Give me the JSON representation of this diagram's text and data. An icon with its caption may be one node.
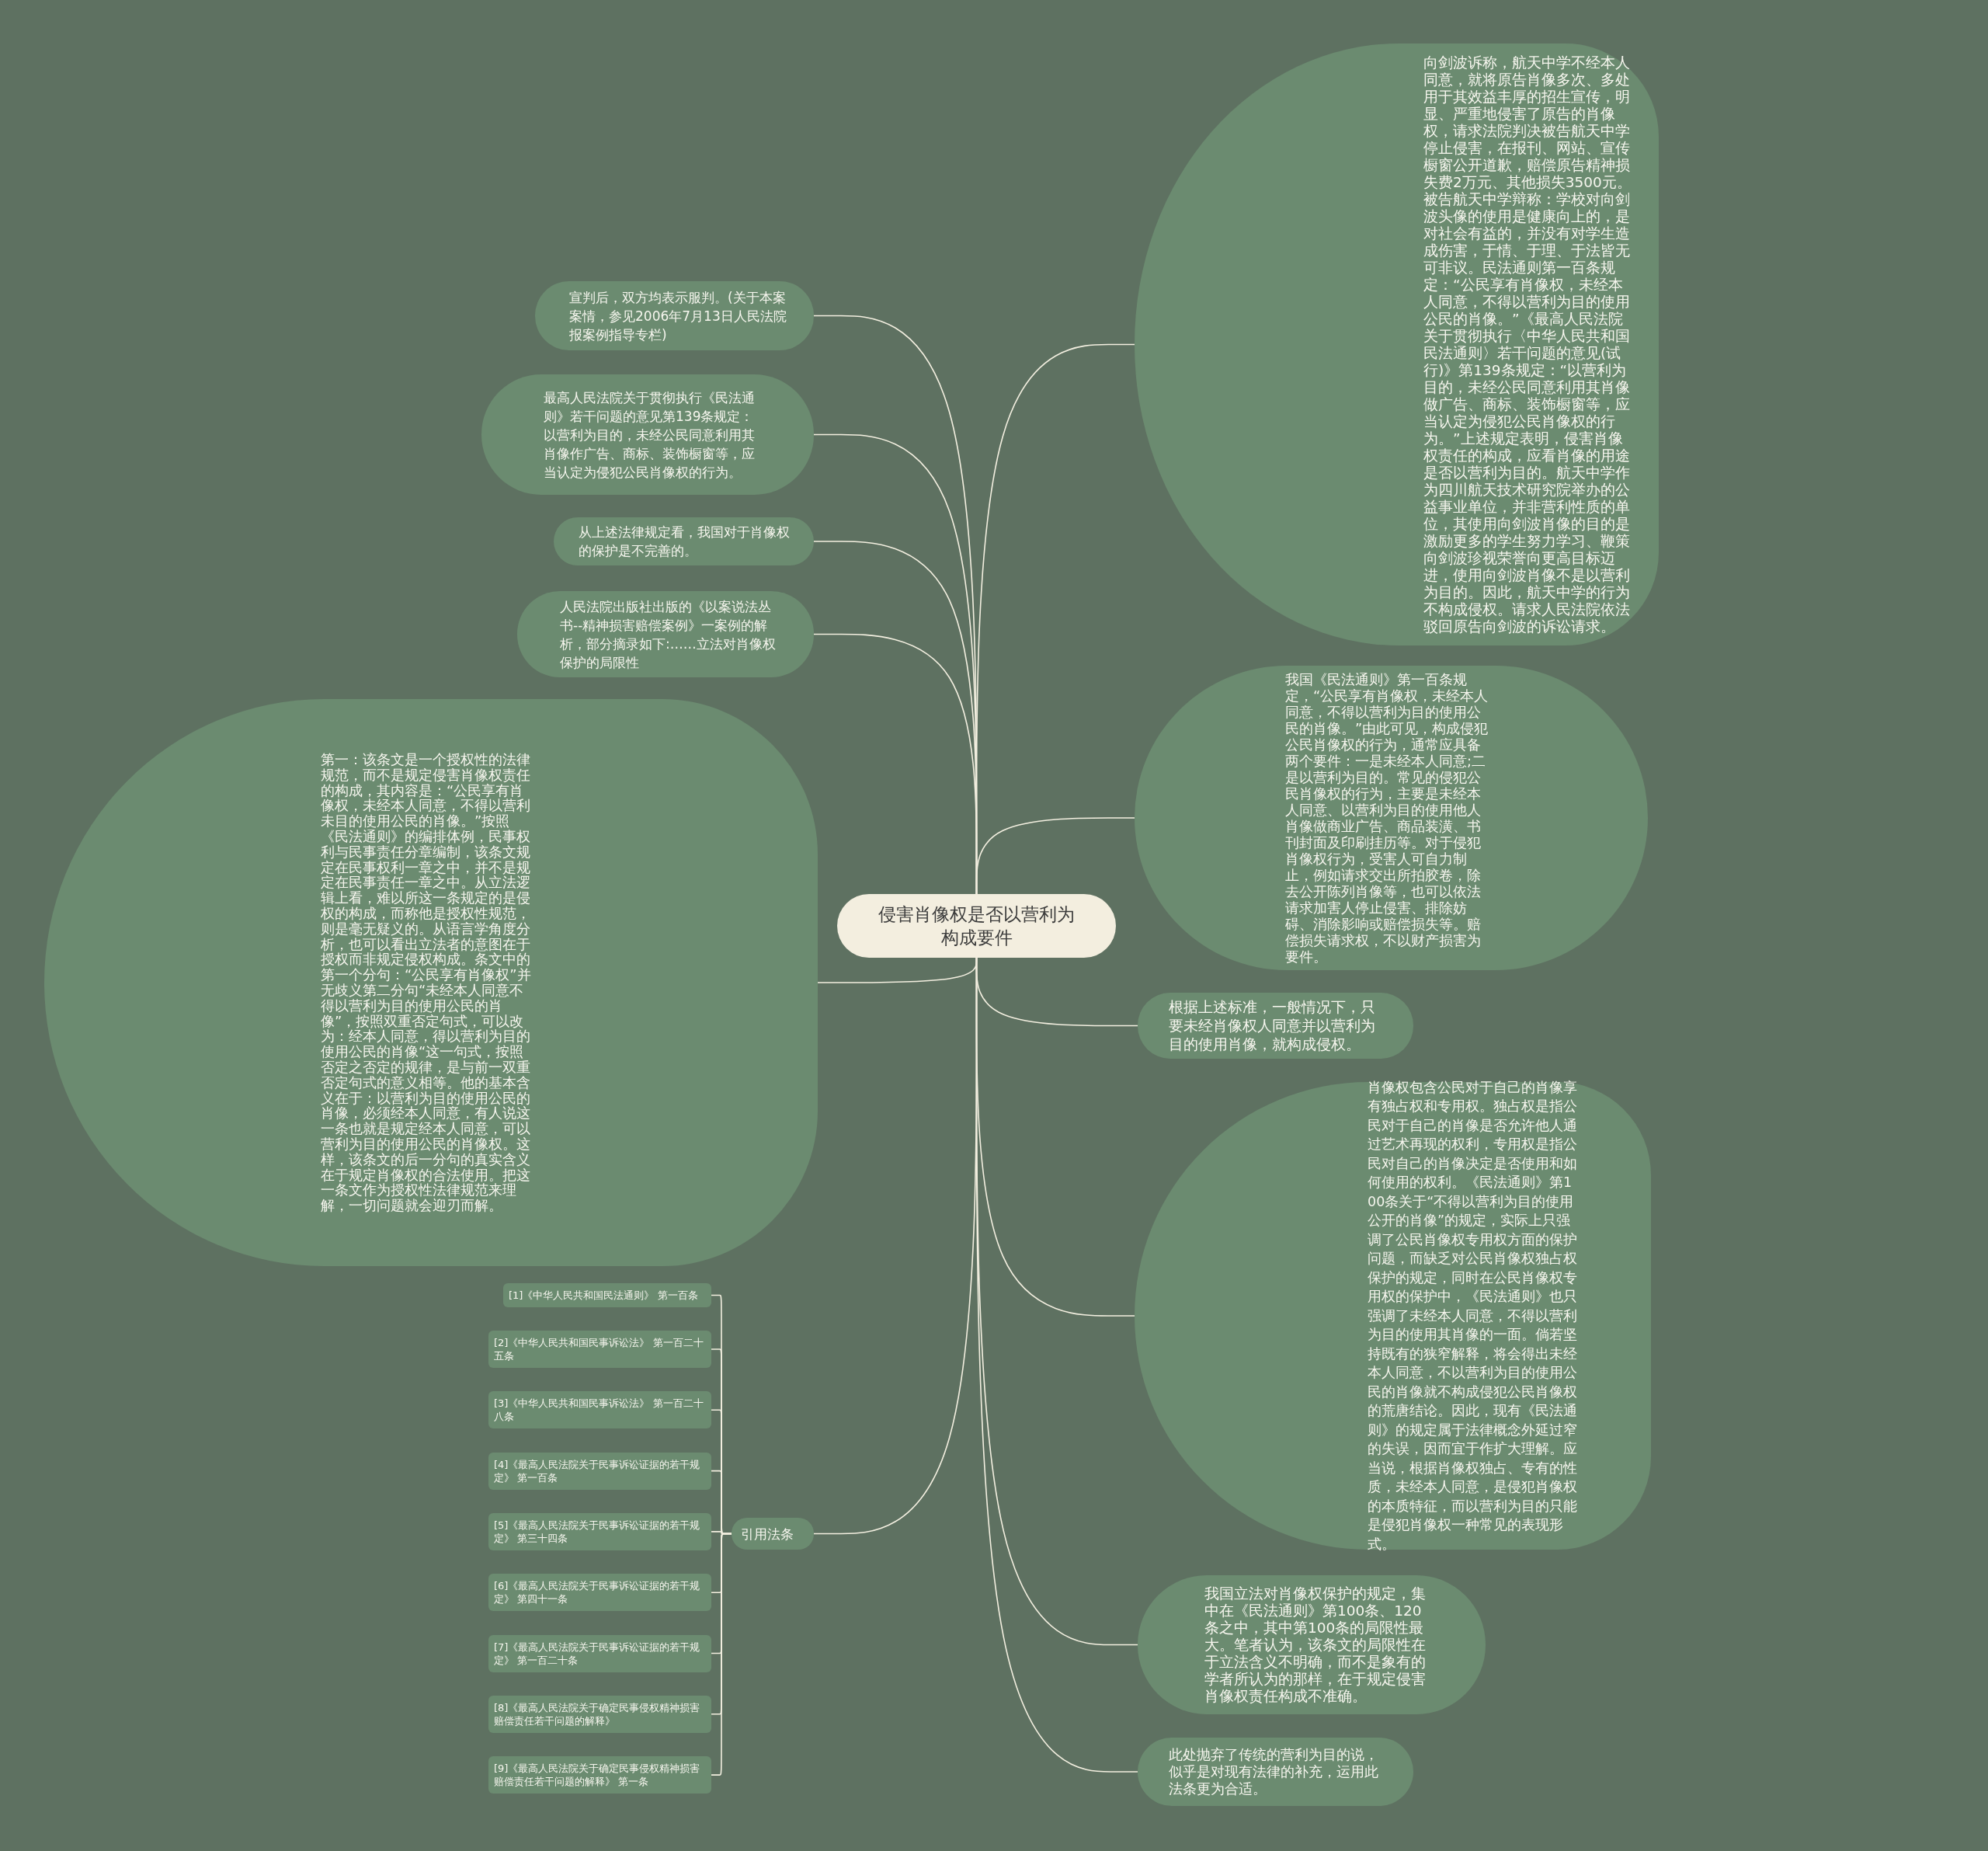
{
  "diagram": {
    "nodes": [
      {
        "text": [
          "侵害肖像权是否以营利为构成要件"
        ]
      },
      {
        "text": [
          "宣判后，双方均表示服判。(关于本案案情，参见2006年7月13日人民法院报案例指导专栏)"
        ]
      },
      {
        "text": [
          "最高人民法院关于贯彻执行《民法通则》若干问题的意见第139条规定：以营利为目的，未经公民同意利用其肖像作广告、商标、装饰橱窗等，应当认定为侵犯公民肖像权的行为。"
        ]
      },
      {
        "text": [
          "从上述法律规定看，我国对于肖像权的保护是不完善的。"
        ]
      },
      {
        "text": [
          "人民法院出版社出版的《以案说法丛书--精神损害赔偿案例》一案例的解析，部分摘录如下:……立法对肖像权保护的局限性"
        ]
      },
      {
        "text": [
          "第一：该条文是一个授权性的法律规范，而不是规定侵害肖像权责任的构成，其内容是：“公民享有肖像权，未经本人同意，不得以营利未目的使用公民的肖像。”按照《民法通则》的编排体例，民事权利与民事责任分章编制，该条文规定在民事权利一章之中，并不是规定在民事责任一章之中。从立法逻辑上看，难以所这一条规定的是侵权的构成，而称他是授权性规范，则是毫无疑义的。从语言学角度分析，也可以看出立法者的意图在于授权而非规定侵权构成。条文中的第一个分句：“公民享有肖像权”并无歧义第二分句“未经本人同意不得以营利为目的使用公民的肖像”，按照双重否定句式，可以改为：经本人同意，得以营利为目的使用公民的肖像“这一句式，按照否定之否定的规律，是与前一双重否定句式的意义相等。他的基本含义在于：以营利为目的使用公民的肖像，必须经本人同意，有人说这一条也就是规定经本人同意，可以营利为目的使用公民的肖像权。这样，该条文的后一分句的真实含义在于规定肖像权的合法使用。把这一条文作为授权性法律规范来理解，一切问题就会迎刃而解。"
        ]
      },
      {
        "text": [
          "引用法条"
        ]
      },
      {
        "text": [
          "[1]《中华人民共和国民法通则》 第一百条"
        ]
      },
      {
        "text": [
          "[2]《中华人民共和国民事诉讼法》 第一百二十五条"
        ]
      },
      {
        "text": [
          "[3]《中华人民共和国民事诉讼法》 第一百二十八条"
        ]
      },
      {
        "text": [
          "[4]《最高人民法院关于民事诉讼证据的若干规定》 第一百条"
        ]
      },
      {
        "text": [
          "[5]《最高人民法院关于民事诉讼证据的若干规定》 第三十四条"
        ]
      },
      {
        "text": [
          "[6]《最高人民法院关于民事诉讼证据的若干规定》 第四十一条"
        ]
      },
      {
        "text": [
          "[7]《最高人民法院关于民事诉讼证据的若干规定》 第一百二十条"
        ]
      },
      {
        "text": [
          "[8]《最高人民法院关于确定民事侵权精神损害赔偿责任若干问题的解释》"
        ]
      },
      {
        "text": [
          "[9]《最高人民法院关于确定民事侵权精神损害赔偿责任若干问题的解释》 第一条"
        ]
      },
      {
        "text": [
          "向剑波诉称，航天中学不经本人同意，就将原告肖像多次、多处用于其效益丰厚的招生宣传，明显、严重地侵害了原告的肖像权，请求法院判决被告航天中学停止侵害，在报刊、网站、宣传橱窗公开道歉，赔偿原告精神损失费2万元、其他损失3500元。被告航天中学辩称：学校对向剑波头像的使用是健康向上的，是对社会有益的，并没有对学生造成伤害，于情、于理、于法皆无可非议。民法通则第一百条规定：“公民享有肖像权，未经本人同意，不得以营利为目的使用公民的肖像。”《最高人民法院关于贯彻执行〈中华人民共和国民法通则〉若干问题的意见(试行)》第139条规定：“以营利为目的，未经公民同意利用其肖像做广告、商标、装饰橱窗等，应当认定为侵犯公民肖像权的行为。”上述规定表明，侵害肖像权责任的构成，应看肖像的用途是否以营利为目的。航天中学作为四川航天技术研究院举办的公益事业单位，并非营利性质的单位，其使用向剑波肖像的目的是激励更多的学生努力学习、鞭策向剑波珍视荣誉向更高目标迈进，使用向剑波肖像不是以营利为目的。因此，航天中学的行为不构成侵权。请求人民法院依法驳回原告向剑波的诉讼请求。"
        ]
      },
      {
        "text": [
          "我国《民法通则》第一百条规定，“公民享有肖像权，未经本人同意，不得以营利为目的使用公民的肖像。”由此可见，构成侵犯公民肖像权的行为，通常应具备两个要件：一是未经本人同意;二是以营利为目的。常见的侵犯公民肖像权的行为，主要是未经本人同意、以营利为目的使用他人肖像做商业广告、商品装潢、书刊封面及印刷挂历等。对于侵犯肖像权行为，受害人可自力制止，例如请求交出所拍胶卷，除去公开陈列肖像等，也可以依法请求加害人停止侵害、排除妨碍、消除影响或赔偿损失等。赔偿损失请求权，不以财产损害为要件。"
        ]
      },
      {
        "text": [
          "根据上述标准，一般情况下，只要未经肖像权人同意并以营利为目的使用肖像，就构成侵权。"
        ]
      },
      {
        "text": [
          "肖像权包含公民对于自己的肖像享有独占权和专用权。独占权是指公民对于自己的肖像是否允许他人通过艺术再现的权利，专用权是指公民对自己的肖像决定是否使用和如何使用的权利。《民法通则》第100条关于“不得以营利为目的使用公开的肖像”的规定，实际上只强调了公民肖像权专用权方面的保护问题，而缺乏对公民肖像权独占权保护的规定，同时在公民肖像权专用权的保护中，《民法通则》也只强调了未经本人同意，不得以营利为目的使用其肖像的一面。倘若坚持既有的狭窄解释，将会得出未经本人同意，不以营利为目的使用公民的肖像就不构成侵犯公民肖像权的荒唐结论。因此，现有《民法通则》的规定属于法律概念外延过窄的失误，因而宜于作扩大理解。应当说，根据肖像权独占、专有的性质，未经本人同意，是侵犯肖像权的本质特征，而以营利为目的只能是侵犯肖像权一种常见的表现形式。"
        ]
      },
      {
        "text": [
          "我国立法对肖像权保护的规定，集中在《民法通则》第100条、120条之中，其中第100条的局限性最大。笔者认为，该条文的局限性在于立法含义不明确，而不是象有的学者所认为的那样，在于规定侵害肖像权责任构成不准确。"
        ]
      },
      {
        "text": [
          "此处抛弃了传统的营利为目的说，似乎是对现有法律的补充，运用此法条更为合适。"
        ]
      }
    ],
    "edges": [
      {
        "from": 0,
        "to": 1,
        "arrow": "none"
      },
      {
        "from": 0,
        "to": 2,
        "arrow": "none"
      },
      {
        "from": 0,
        "to": 3,
        "arrow": "none"
      },
      {
        "from": 0,
        "to": 4,
        "arrow": "none"
      },
      {
        "from": 0,
        "to": 5,
        "arrow": "none"
      },
      {
        "from": 0,
        "to": 6,
        "arrow": "none"
      },
      {
        "from": 6,
        "to": 7,
        "arrow": "none"
      },
      {
        "from": 6,
        "to": 8,
        "arrow": "none"
      },
      {
        "from": 6,
        "to": 9,
        "arrow": "none"
      },
      {
        "from": 6,
        "to": 10,
        "arrow": "none"
      },
      {
        "from": 6,
        "to": 11,
        "arrow": "none"
      },
      {
        "from": 6,
        "to": 12,
        "arrow": "none"
      },
      {
        "from": 6,
        "to": 13,
        "arrow": "none"
      },
      {
        "from": 6,
        "to": 14,
        "arrow": "none"
      },
      {
        "from": 6,
        "to": 15,
        "arrow": "none"
      },
      {
        "from": 0,
        "to": 16,
        "arrow": "none"
      },
      {
        "from": 0,
        "to": 17,
        "arrow": "none"
      },
      {
        "from": 0,
        "to": 18,
        "arrow": "none"
      },
      {
        "from": 0,
        "to": 19,
        "arrow": "none"
      },
      {
        "from": 0,
        "to": 20,
        "arrow": "none"
      },
      {
        "from": 0,
        "to": 21,
        "arrow": "none"
      }
    ]
  }
}
